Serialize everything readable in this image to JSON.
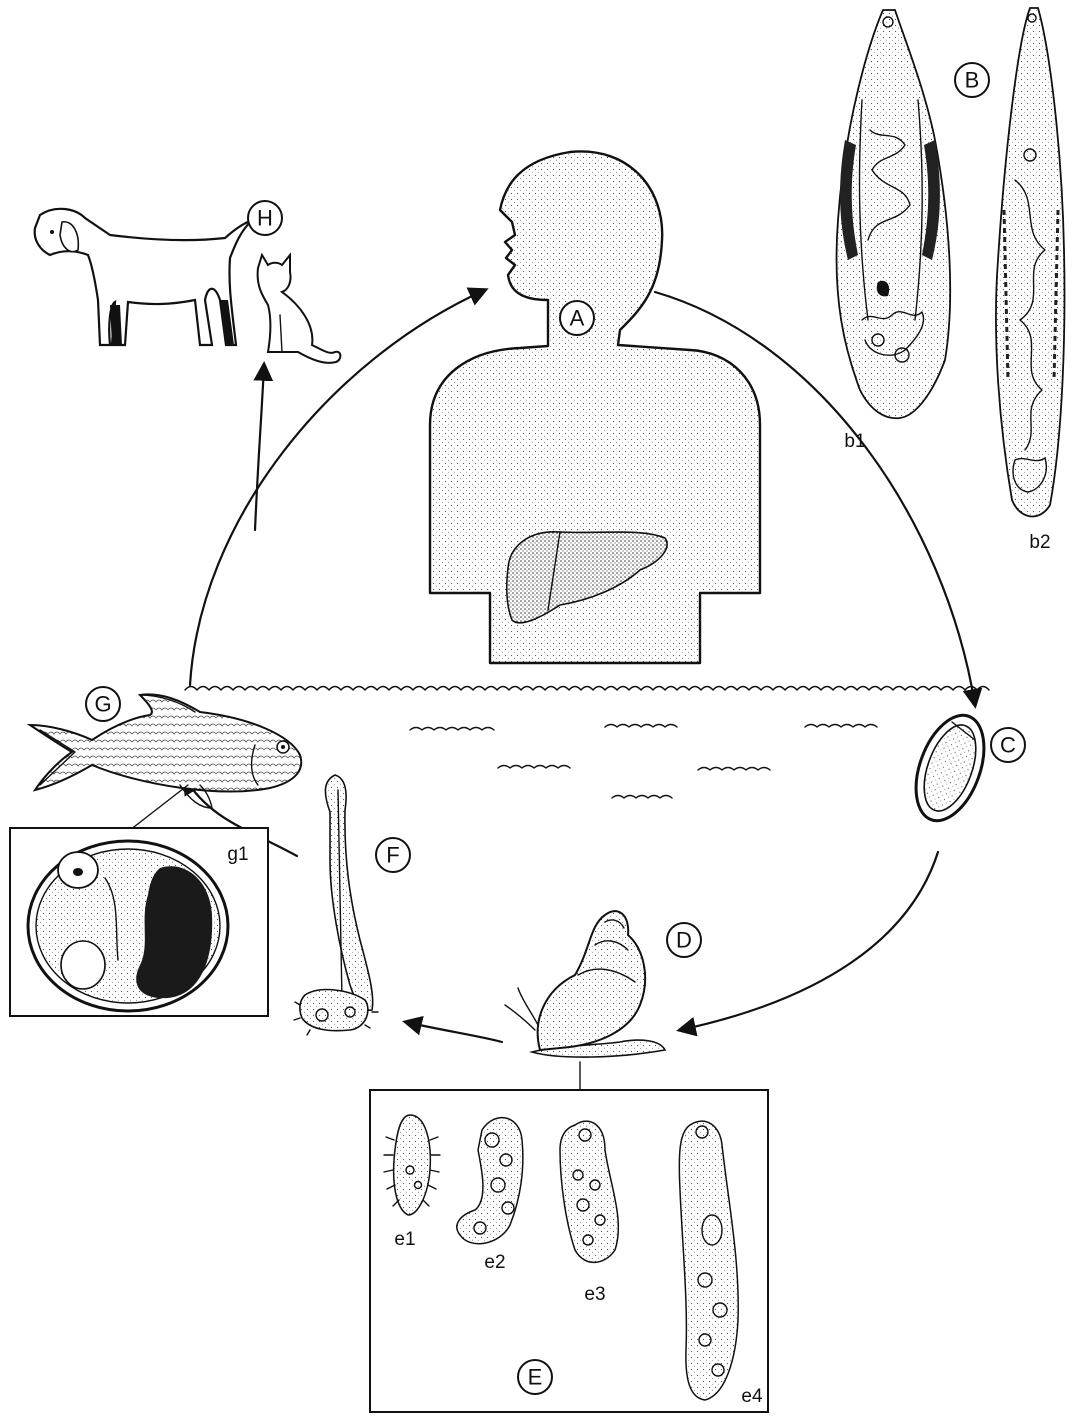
{
  "labels": {
    "A": "A",
    "B": "B",
    "b1": "b1",
    "b2": "b2",
    "C": "C",
    "D": "D",
    "E": "E",
    "e1": "e1",
    "e2": "e2",
    "e3": "e3",
    "e4": "e4",
    "F": "F",
    "G": "G",
    "g1": "g1",
    "H": "H"
  },
  "colors": {
    "ink": "#111111",
    "paper": "#ffffff",
    "dark_fill": "#1a1a1a"
  },
  "icons": [
    "human-silhouette-icon",
    "liver-icon",
    "adult-fluke-icon",
    "egg-icon",
    "snail-icon",
    "miracidium-icon",
    "sporocyst-icon",
    "redia-icon",
    "cercaria-icon",
    "fish-icon",
    "metacercaria-icon",
    "dog-icon",
    "cat-icon"
  ]
}
